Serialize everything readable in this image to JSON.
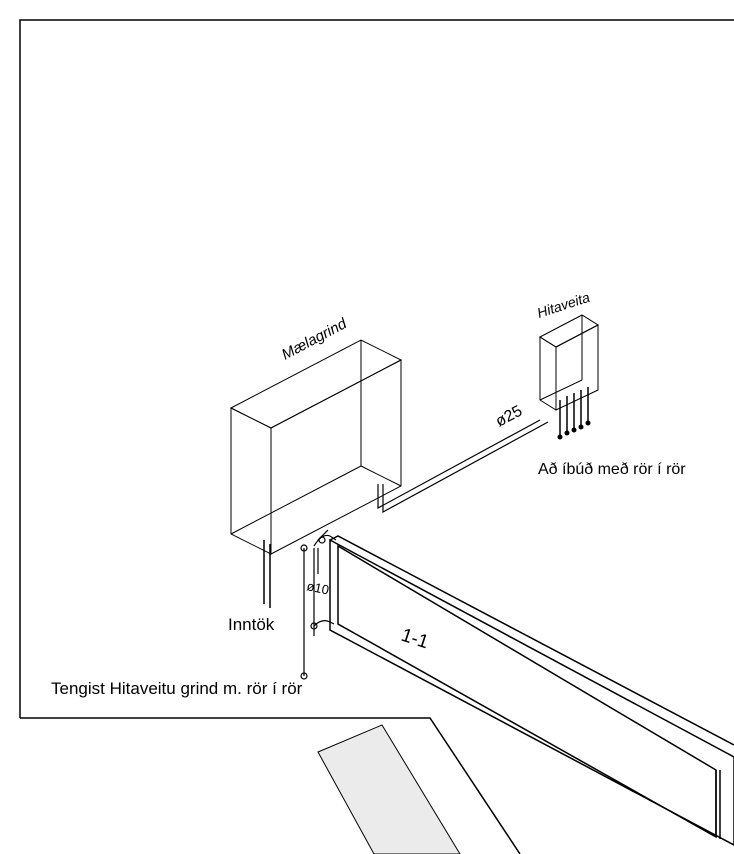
{
  "labels": {
    "maelagrind": "Mælagrind",
    "hitaveita": "Hitaveita",
    "o25": "ø25",
    "ad_ibud": "Að íbúð með rör í rör",
    "o10": "ø10",
    "inntok": "Inntök",
    "section": "1-1",
    "tengist": "Tengist Hitaveitu grind m. rör í rör"
  },
  "colors": {
    "line": "#000000",
    "background": "#ffffff",
    "ramp_fill": "#ebebeb"
  }
}
